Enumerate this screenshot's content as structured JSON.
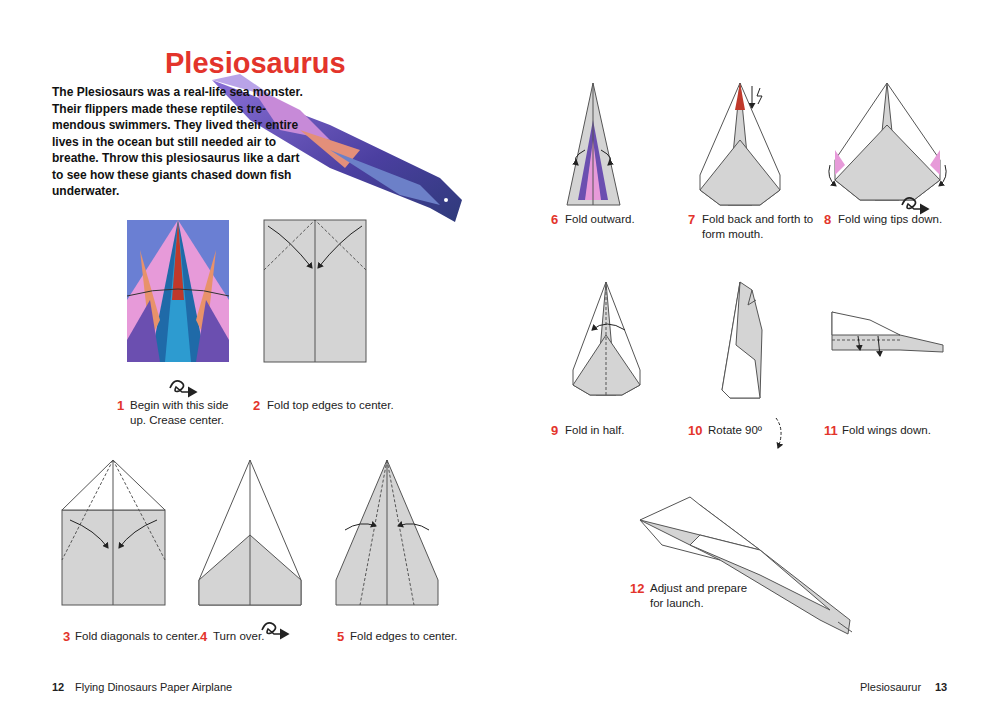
{
  "diagram": {
    "title": "Plesiosaurus",
    "labels": [
      "The Plesiosaurs was a real-life sea monster. Their flippers made these reptiles tre-mendous swimmers. They lived their entire lives in the ocean but still needed air to breathe. Throw this plesiosaurus like a dart to see how these giants chased down fish underwater.",
      "1",
      "Begin with this side up. Crease center.",
      "2",
      "Fold top edges to center.",
      "3",
      "Fold diagonals to center.",
      "4",
      "Turn over.",
      "5",
      "Fold edges to center.",
      "6",
      "Fold outward.",
      "7",
      "Fold back and forth to form mouth.",
      "8",
      "Fold wing tips down.",
      "9",
      "Fold in half.",
      "10",
      "Rotate 90º",
      "11",
      "Fold wings down.",
      "12",
      "Adjust and prepare for launch.",
      "12",
      "Flying Dinosaurs Paper Airplane",
      "Plesiosaurur",
      "13"
    ]
  }
}
